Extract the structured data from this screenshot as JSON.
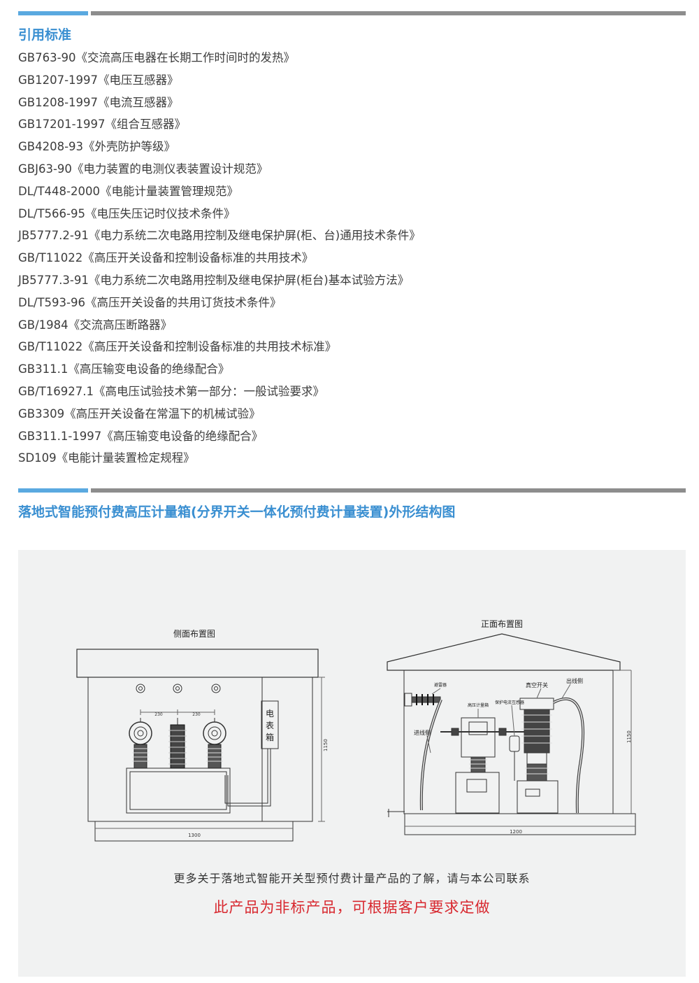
{
  "section1": {
    "title": "引用标准",
    "items": [
      "GB763-90《交流高压电器在长期工作时间时的发热》",
      "GB1207-1997《电压互感器》",
      "GB1208-1997《电流互感器》",
      "GB17201-1997《组合互感器》",
      "GB4208-93《外壳防护等级》",
      "GBJ63-90《电力装置的电测仪表装置设计规范》",
      "DL/T448-2000《电能计量装置管理规范》",
      "DL/T566-95《电压失压记时仪技术条件》",
      "JB5777.2-91《电力系统二次电路用控制及继电保护屏(柜、台)通用技术条件》",
      "GB/T11022《高压开关设备和控制设备标准的共用技术》",
      "JB5777.3-91《电力系统二次电路用控制及继电保护屏(柜台)基本试验方法》",
      "DL/T593-96《高压开关设备的共用订货技术条件》",
      "GB/1984《交流高压断路器》",
      "GB/T11022《高压开关设备和控制设备标准的共用技术标准》",
      "GB311.1《高压输变电设备的绝缘配合》",
      "GB/T16927.1《高电压试验技术第一部分：一般试验要求》",
      "GB3309《高压开关设备在常温下的机械试验》",
      "GB311.1-1997《高压输变电设备的绝缘配合》",
      "SD109《电能计量装置检定规程》"
    ]
  },
  "section2": {
    "title": "落地式智能预付费高压计量箱(分界开关一体化预付费计量装置)外形结构图"
  },
  "diagram": {
    "side_title": "侧面布置图",
    "front_title": "正面布置图",
    "meter_box_label": [
      "电",
      "表",
      "箱"
    ],
    "dim_230_left": "230",
    "dim_230_right": "230",
    "dim_1150_side": "1150",
    "dim_1300": "1300",
    "dim_1150_front": "1150",
    "dim_1200": "1200",
    "label_arrester": "避雷器",
    "label_hv_metering": "高压计量箱",
    "label_protection_ct": "保护电流互感器",
    "label_vacuum_switch": "真空开关",
    "label_outgoing": "出线侧",
    "label_incoming": "进线侧"
  },
  "footer": {
    "contact": "更多关于落地式智能开关型预付费计量产品的了解，请与本公司联系",
    "custom": "此产品为非标产品，可根据客户要求定做"
  },
  "colors": {
    "accent": "#5aa9e0",
    "title_blue": "#3a8fd1",
    "warning_red": "#d8282f"
  }
}
